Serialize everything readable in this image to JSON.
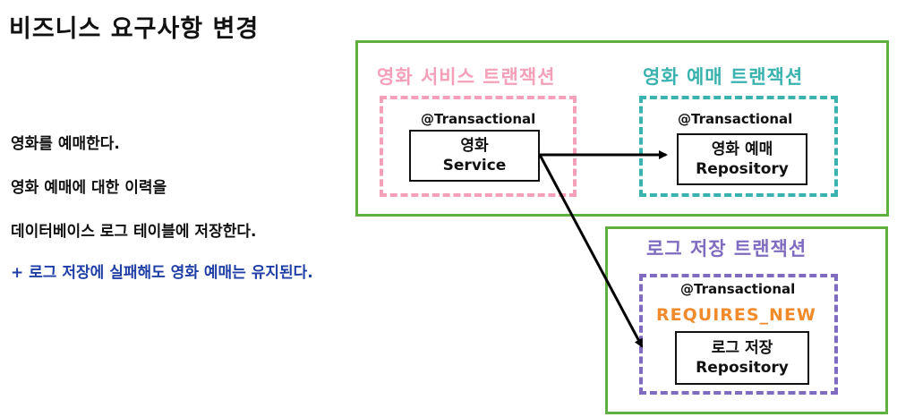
{
  "title": "비즈니스 요구사항 변경",
  "body_lines": [
    "영화를 예매한다.",
    "영화 예매에 대한 이력을",
    "데이터베이스 로그 테이블에 저장한다."
  ],
  "note": "+ 로그 저장에 실패해도 영화 예매는 유지된다.",
  "colors": {
    "green_border": "#5fb040",
    "pink": "#f4a0b8",
    "teal": "#3ab2b0",
    "purple": "#7f6bbf",
    "orange": "#f08a2a",
    "note_blue": "#1f3fa6"
  },
  "diagram": {
    "movie_service_tx": {
      "label": "영화 서비스 트랜잭션",
      "annotation": "@Transactional",
      "box_line1": "영화",
      "box_line2": "Service"
    },
    "movie_booking_tx": {
      "label": "영화 예매 트랜잭션",
      "annotation": "@Transactional",
      "box_line1": "영화 예매",
      "box_line2": "Repository"
    },
    "log_tx": {
      "label": "로그 저장 트랜잭션",
      "annotation": "@Transactional",
      "propagation": "REQUIRES_NEW",
      "box_line1": "로그 저장",
      "box_line2": "Repository"
    }
  }
}
